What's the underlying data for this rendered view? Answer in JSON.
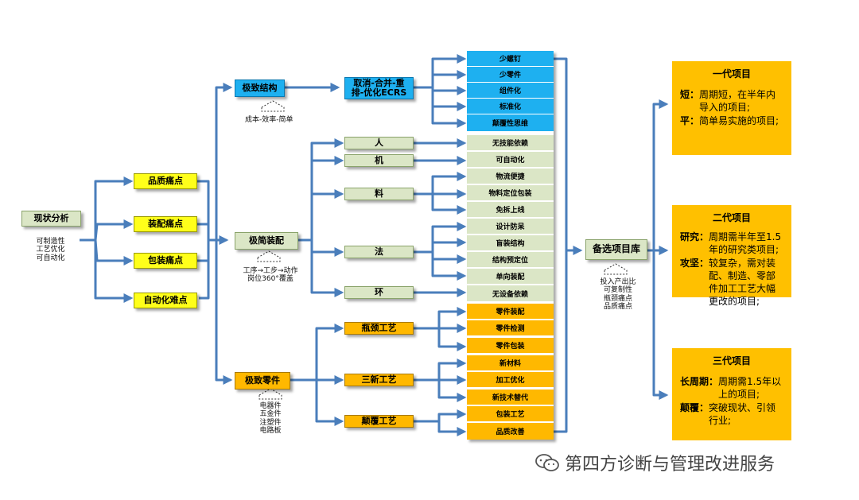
{
  "root": {
    "label": "现状分析",
    "notes": [
      "可制造性",
      "工艺优化",
      "可自动化"
    ]
  },
  "pains": [
    "品质痛点",
    "装配痛点",
    "包装痛点",
    "自动化难点"
  ],
  "branches": {
    "jzjg": {
      "label": "极致结构",
      "note": "成本-效率-简单"
    },
    "jjzp": {
      "label": "极简装配",
      "note_lines": [
        "工序→工步→动作",
        "岗位360°覆盖"
      ]
    },
    "jzlj": {
      "label": "极致零件",
      "note_lines": [
        "电器件",
        "五金件",
        "注塑件",
        "电路板"
      ]
    }
  },
  "ecrs": {
    "line1": "取消-合并-重",
    "line2": "排-优化ECRS"
  },
  "mid": {
    "ren": "人",
    "ji": "机",
    "liao": "料",
    "fa": "法",
    "huan": "环",
    "pjgy": "瓶颈工艺",
    "sxgy": "三新工艺",
    "dfgy": "颠覆工艺"
  },
  "column": {
    "blue": [
      "少螺钉",
      "少零件",
      "组件化",
      "标准化",
      "颠覆性思维"
    ],
    "green": [
      "无技能依赖",
      "可自动化",
      "物流便捷",
      "物料定位包装",
      "免拆上线",
      "设计防呆",
      "盲装结构",
      "结构预定位",
      "单向装配",
      "无设备依赖"
    ],
    "gold": [
      "零件装配",
      "零件检测",
      "零件包装",
      "新材料",
      "加工优化",
      "新技术替代",
      "包装工艺",
      "品质改善"
    ]
  },
  "library": {
    "label": "备选项目库",
    "notes": [
      "投入产出比",
      "可复制性",
      "瓶颈痛点",
      "品质痛点"
    ]
  },
  "generations": [
    {
      "title": "一代项目",
      "rows": [
        {
          "k": "短：",
          "v": "周期短，在半年内导入的项目;"
        },
        {
          "k": "平：",
          "v": "简单易实施的项目;"
        }
      ]
    },
    {
      "title": "二代项目",
      "rows": [
        {
          "k": "研究：",
          "v": "周期需半年至1.5年的研究类项目;"
        },
        {
          "k": "攻坚：",
          "v": "较复杂，需对装配、制造、零部件加工工艺大幅更改的项目;"
        }
      ]
    },
    {
      "title": "三代项目",
      "rows": [
        {
          "k": "长周期：",
          "v": "周期需1.5年以上的项目;"
        },
        {
          "k": "颠覆：",
          "v": "突破现状、引领行业;"
        }
      ]
    }
  ],
  "watermark": "第四方诊断与管理改进服务",
  "colors": {
    "arrow": "#4a7ebb",
    "blue": "#1eb0f0",
    "green": "#dbe6c6",
    "yellow": "#ffff1a",
    "gold": "#ffb800",
    "card": "#ffc000"
  }
}
